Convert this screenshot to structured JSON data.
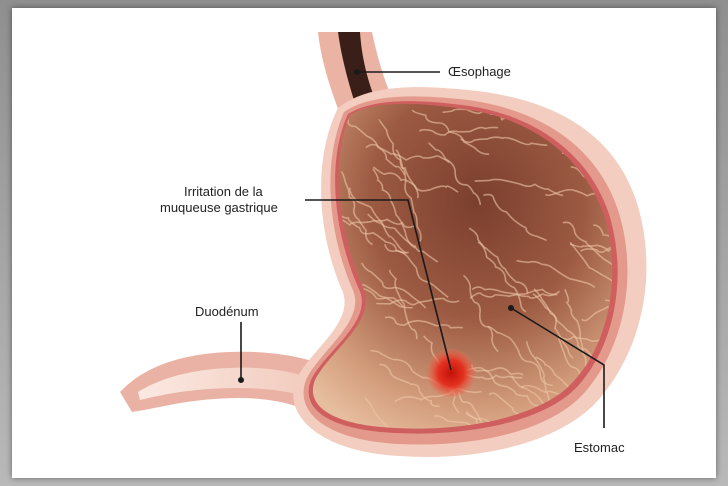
{
  "labels": {
    "esophagus": "Œsophage",
    "irritation_line1": "Irritation de la",
    "irritation_line2": "muqueuse gastrique",
    "duodenum": "Duodénum",
    "stomach": "Estomac"
  },
  "colors": {
    "outer_wall": "#f2c7b8",
    "wall_mid": "#e29a8e",
    "wall_edge": "#cf5f5f",
    "interior_dark": "#8a4a38",
    "interior_light": "#d9a37f",
    "irritation": "#e32b1c",
    "leader_line": "#1a1a1a"
  }
}
